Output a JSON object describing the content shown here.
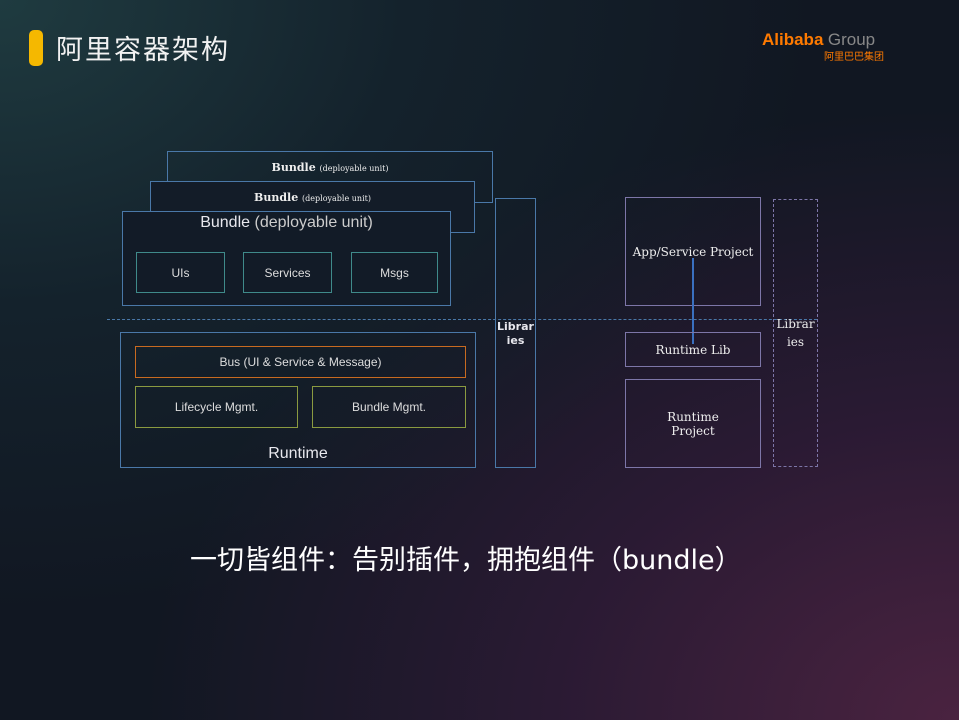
{
  "header": {
    "title": "阿里容器架构",
    "logo_brand": "Alibaba",
    "logo_group": "Group",
    "logo_cn": "阿里巴巴集团"
  },
  "left_diagram": {
    "bundle_back": {
      "name": "Bundle",
      "sub": "(deployable unit)"
    },
    "bundle_mid": {
      "name": "Bundle",
      "sub": "(deployable unit)"
    },
    "bundle_front": {
      "name": "Bundle",
      "sub": "(deployable unit)",
      "items": [
        "UIs",
        "Services",
        "Msgs"
      ]
    },
    "runtime": {
      "title": "Runtime",
      "bus": "Bus (UI & Service & Message)",
      "lifecycle": "Lifecycle Mgmt.",
      "bundle_mgmt": "Bundle Mgmt."
    },
    "libraries": [
      "Librar",
      "ies"
    ]
  },
  "right_diagram": {
    "app_project": "App/Service Project",
    "runtime_lib": "Runtime Lib",
    "runtime_project": [
      "Runtime",
      "Project"
    ],
    "libraries": [
      "Librar",
      "ies"
    ]
  },
  "caption": "一切皆组件：告别插件，拥抱组件（bundle）",
  "colors": {
    "accent": "#f5b800",
    "box": "#4a78a8",
    "bus": "#c86a20",
    "mgmt": "#8a9a40"
  }
}
